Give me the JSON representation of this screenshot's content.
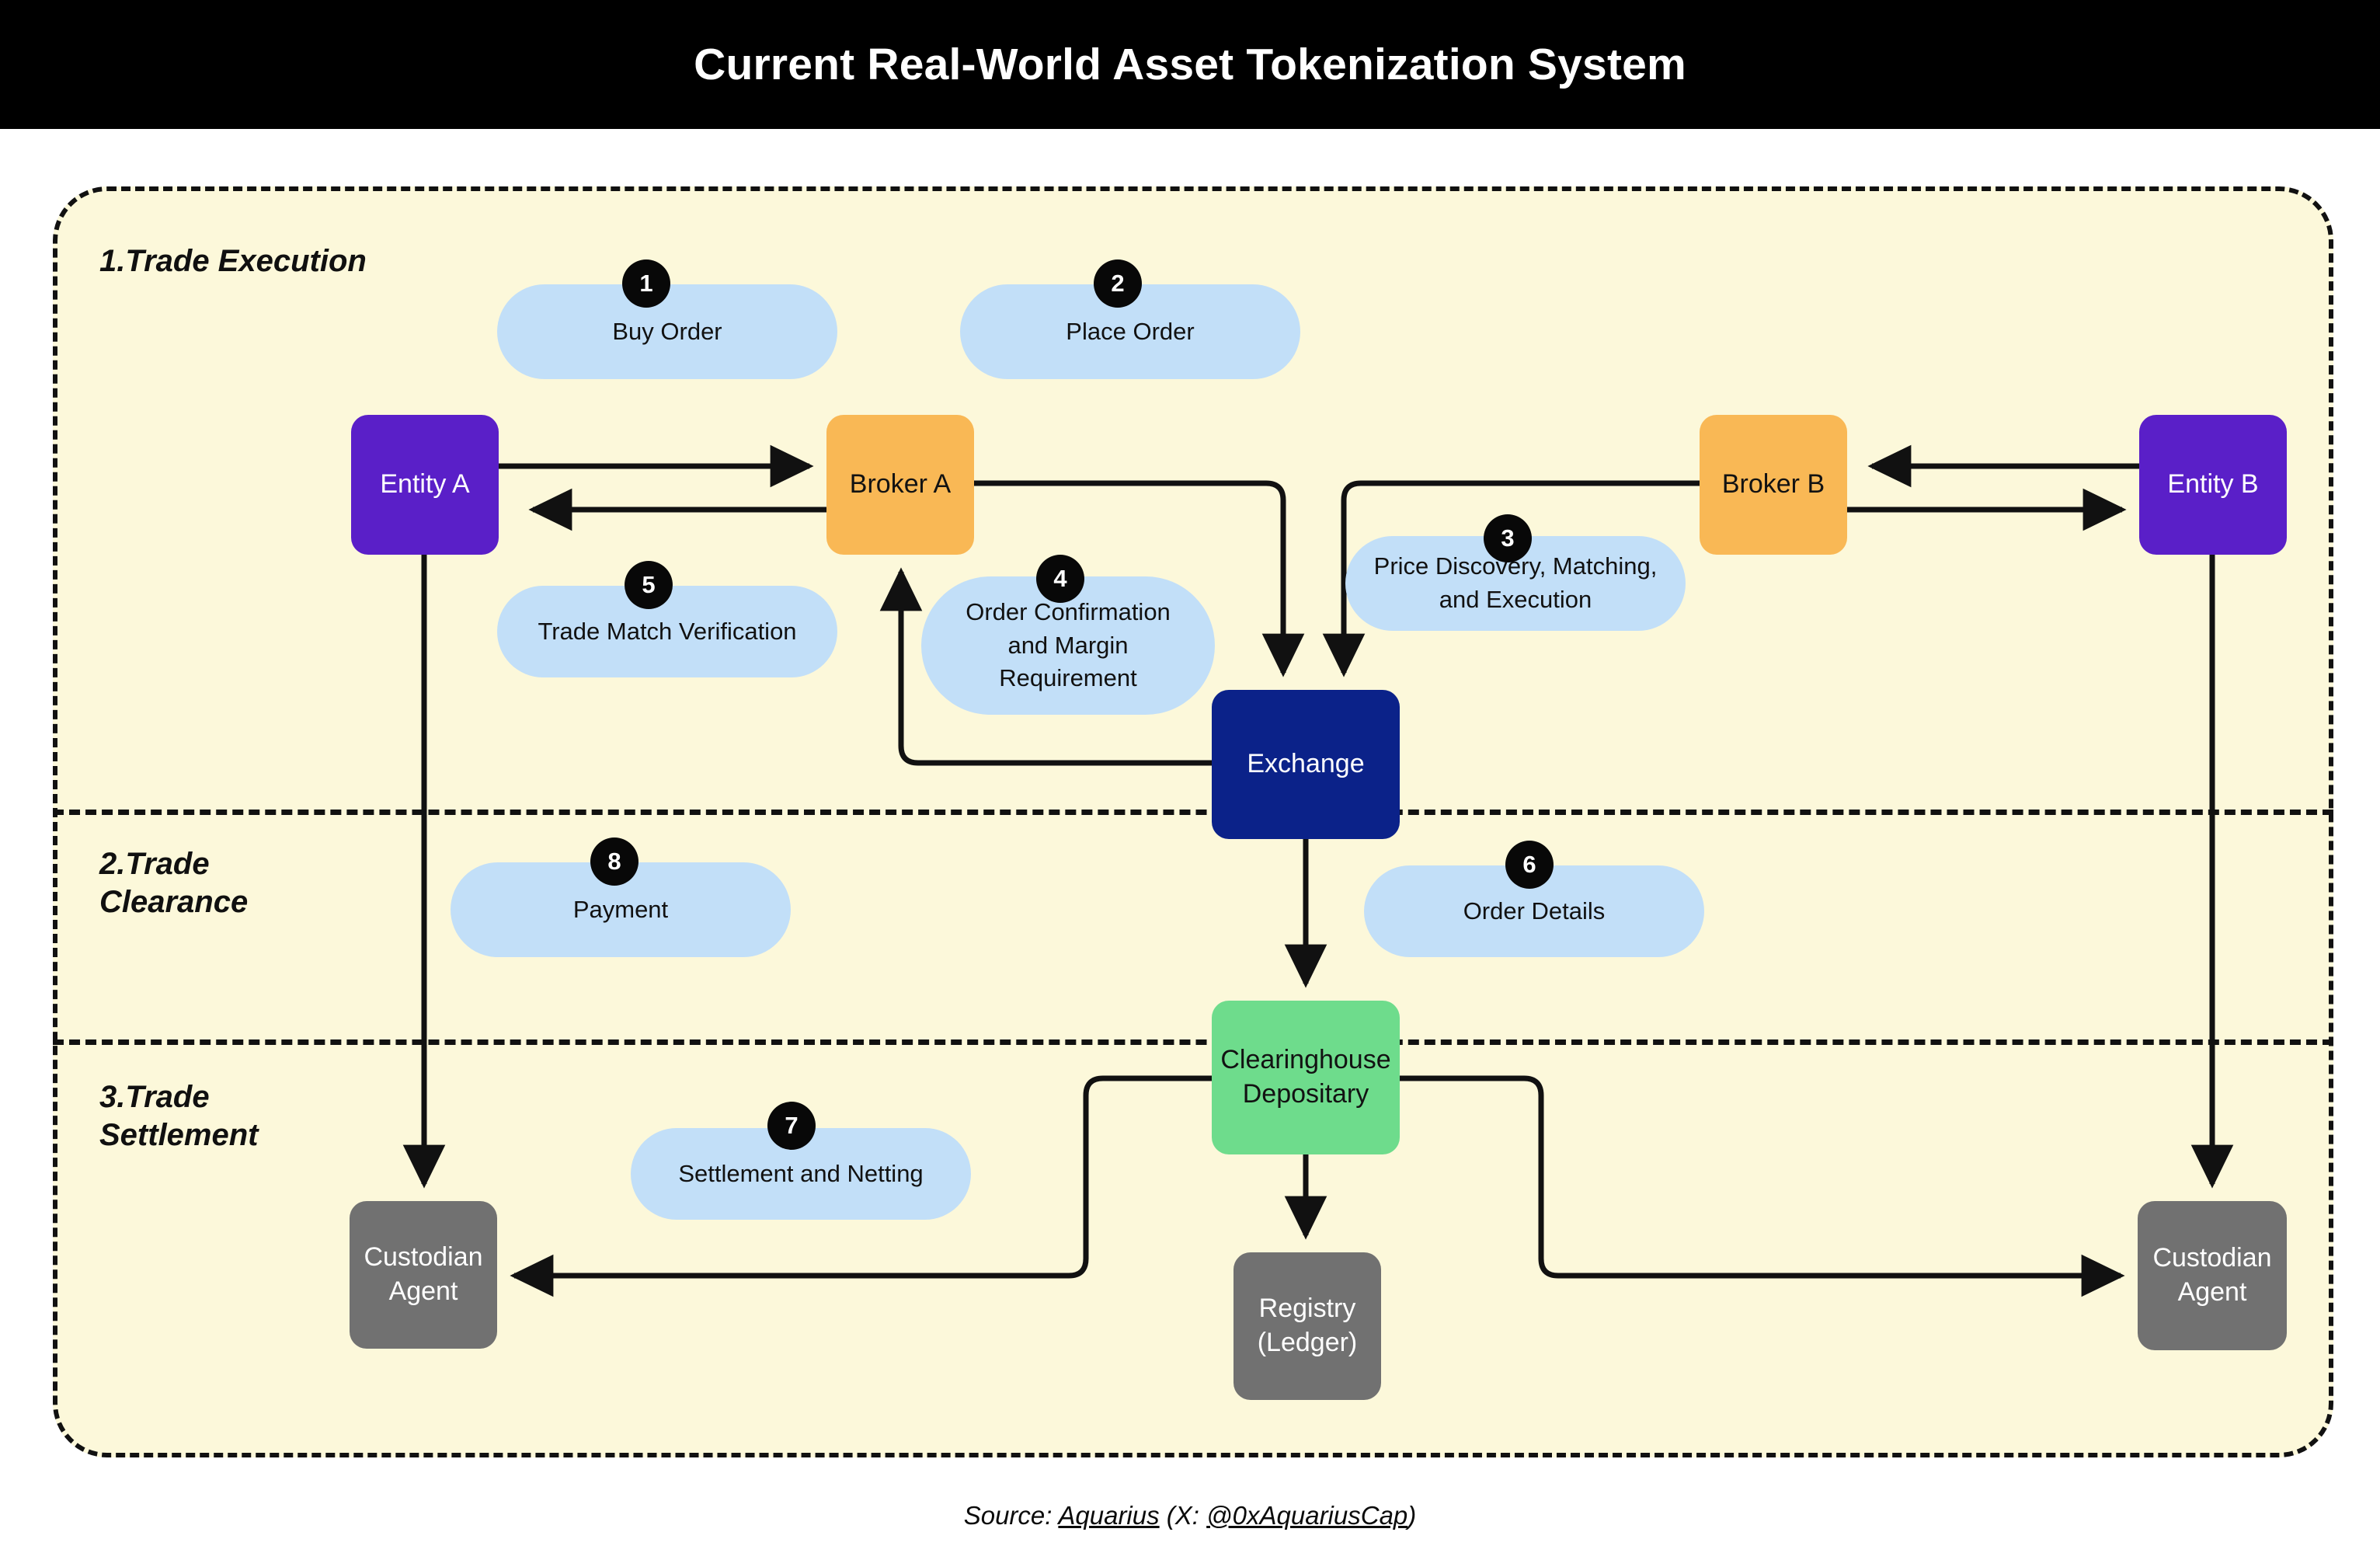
{
  "header": {
    "title": "Current Real-World Asset Tokenization System"
  },
  "lanes": [
    {
      "id": "trade-execution",
      "label": "1.Trade Execution"
    },
    {
      "id": "trade-clearance",
      "label": "2.Trade\nClearance"
    },
    {
      "id": "trade-settlement",
      "label": "3.Trade\nSettlement"
    }
  ],
  "nodes": [
    {
      "id": "entity-a",
      "label": "Entity A",
      "color": "#5A1FC8"
    },
    {
      "id": "broker-a",
      "label": "Broker A",
      "color": "#F9B855"
    },
    {
      "id": "broker-b",
      "label": "Broker B",
      "color": "#F9B855"
    },
    {
      "id": "entity-b",
      "label": "Entity B",
      "color": "#5A1FC8"
    },
    {
      "id": "exchange",
      "label": "Exchange",
      "color": "#0B2289"
    },
    {
      "id": "clearinghouse",
      "label": "Clearinghouse\nDepositary",
      "color": "#6EDC8C"
    },
    {
      "id": "registry",
      "label": "Registry\n(Ledger)",
      "color": "#717171"
    },
    {
      "id": "custodian-left",
      "label": "Custodian\nAgent",
      "color": "#717171"
    },
    {
      "id": "custodian-right",
      "label": "Custodian\nAgent",
      "color": "#717171"
    }
  ],
  "steps": [
    {
      "number": "1",
      "label": "Buy Order"
    },
    {
      "number": "2",
      "label": "Place Order"
    },
    {
      "number": "3",
      "label": "Price Discovery, Matching,\nand Execution"
    },
    {
      "number": "4",
      "label": "Order Confirmation\nand Margin\nRequirement"
    },
    {
      "number": "5",
      "label": "Trade Match Verification"
    },
    {
      "number": "6",
      "label": "Order Details"
    },
    {
      "number": "7",
      "label": "Settlement and Netting"
    },
    {
      "number": "8",
      "label": "Payment"
    }
  ],
  "source": {
    "prefix": "Source: ",
    "name": "Aquarius",
    "middle": " (X: ",
    "handle": "@0xAquariusCap",
    "suffix": ")"
  },
  "colors": {
    "background": "#FFFFFF",
    "panel_fill": "#FCF8DA",
    "titlebar": "#000000",
    "pill_fill": "#C2DFF8",
    "badge_fill": "#080808",
    "stroke": "#111111"
  }
}
